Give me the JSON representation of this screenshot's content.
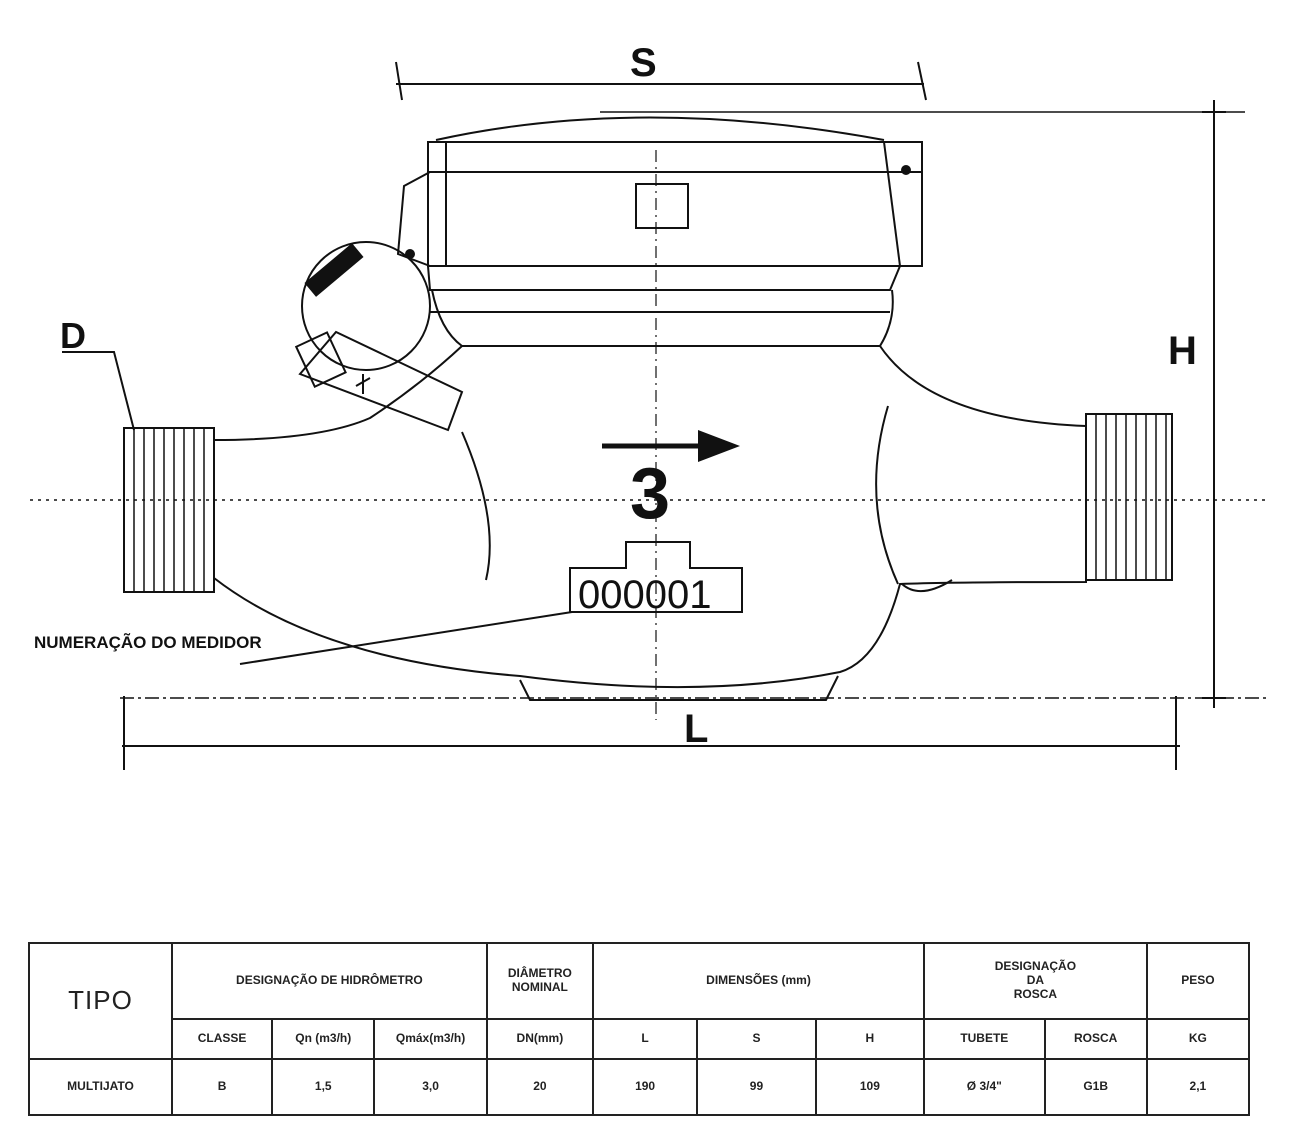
{
  "drawing": {
    "dimension_labels": {
      "S": "S",
      "H": "H",
      "L": "L",
      "D": "D"
    },
    "flow_number": "3",
    "serial_plate": "000001",
    "meter_numbering_label": "NUMERAÇÃO DO MEDIDOR"
  },
  "table": {
    "tipo_header": "TIPO",
    "group_headers": {
      "designacao_hidrometro": "DESIGNAÇÃO DE HIDRÔMETRO",
      "diametro_nominal": "DIÂMETRO\nNOMINAL",
      "dimensoes": "DIMENSÕES (mm)",
      "designacao_rosca": "DESIGNAÇÃO\nDA\nROSCA",
      "peso": "PESO"
    },
    "sub_headers": {
      "classe": "CLASSE",
      "qn": "Qn (m3/h)",
      "qmax": "Qmáx(m3/h)",
      "dn": "DN(mm)",
      "l": "L",
      "s": "S",
      "h": "H",
      "tubete": "TUBETE",
      "rosca": "ROSCA",
      "kg": "KG"
    },
    "row": {
      "tipo": "MULTIJATO",
      "classe": "B",
      "qn": "1,5",
      "qmax": "3,0",
      "dn": "20",
      "l": "190",
      "s": "99",
      "h": "109",
      "tubete": "Ø 3/4\"",
      "rosca": "G1B",
      "kg": "2,1"
    }
  }
}
